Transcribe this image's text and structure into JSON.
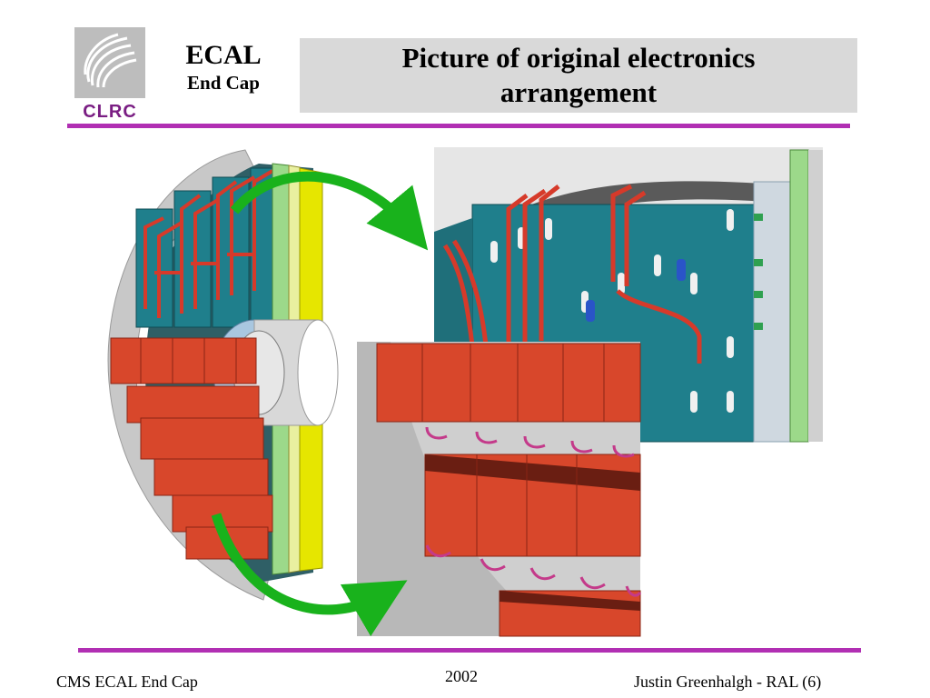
{
  "logo": {
    "text": "CLRC",
    "icon": "swirl-logo-icon"
  },
  "section": {
    "title": "ECAL",
    "subtitle": "End Cap"
  },
  "slide": {
    "title": "Picture of original electronics arrangement"
  },
  "footer": {
    "left": "CMS ECAL End Cap",
    "center": "2002",
    "right": "Justin Greenhalgh - RAL (6)"
  },
  "colors": {
    "accent_rule": "#b12fb3",
    "logo_text": "#7a1e83",
    "title_box": "#d9d9d9",
    "arrow": "#19b21c",
    "module_red": "#d8472b",
    "board_teal": "#1f7f8c",
    "cable_red": "#d63a2a",
    "yellow_plate": "#e6e600"
  }
}
